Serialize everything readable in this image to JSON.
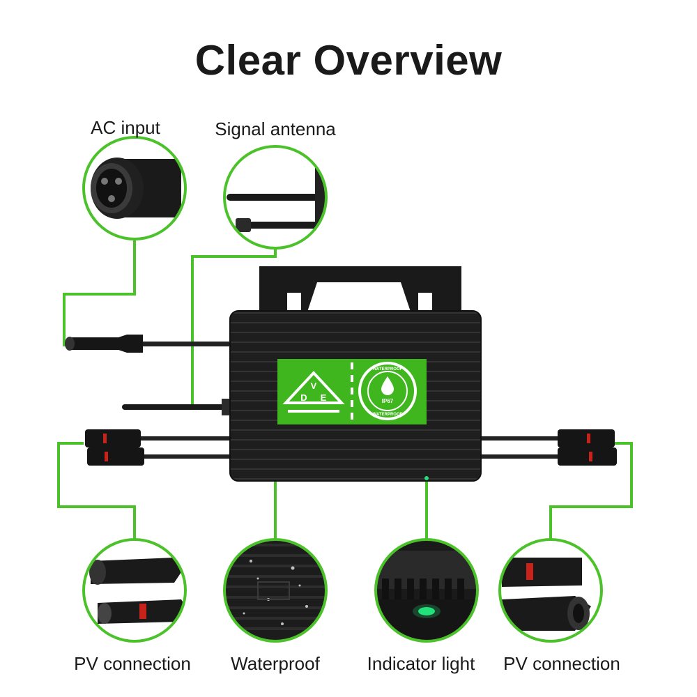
{
  "title": "Clear Overview",
  "labels": {
    "ac_input": "AC input",
    "signal_antenna": "Signal antenna",
    "pv_connection_left": "PV connection",
    "waterproof": "Waterproof",
    "indicator_light": "Indicator light",
    "pv_connection_right": "PV connection"
  },
  "badge": {
    "logo_letters": [
      "V",
      "D",
      "E"
    ],
    "seal_top": "WATERPROOF",
    "seal_middle": "IP67",
    "seal_bottom": "WATERPROOF"
  },
  "colors": {
    "accent": "#4cc22a",
    "badge_green": "#3fb61d",
    "device": "#1e1e1e",
    "text": "#1a1a1a",
    "led": "#22e07a"
  }
}
